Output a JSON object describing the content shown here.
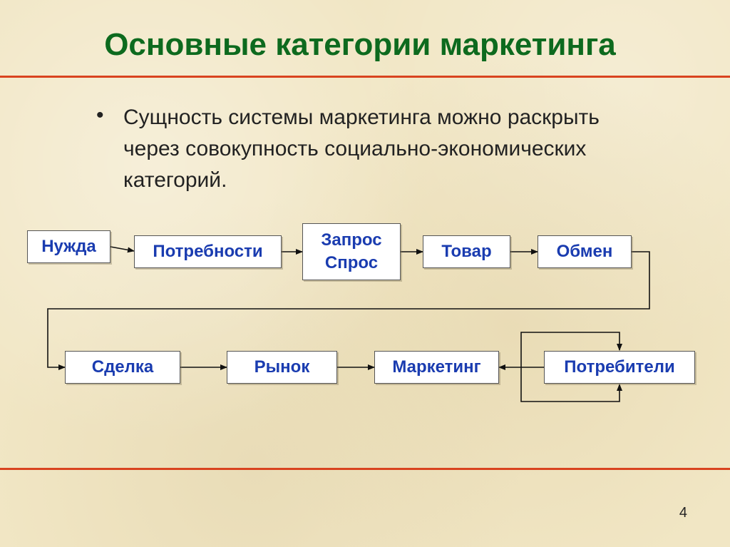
{
  "slide": {
    "title": "Основные категории маркетинга",
    "bullet_symbol": "•",
    "bullet_text": "Сущность системы маркетинга можно раскрыть через совокупность социально-экономических категорий.",
    "page_number": "4"
  },
  "diagram": {
    "nodes": {
      "need": "Нужда",
      "needs": "Потребности",
      "request": "Запрос",
      "demand": "Спрос",
      "goods": "Товар",
      "exchange": "Обмен",
      "deal": "Сделка",
      "market": "Рынок",
      "marketing": "Маркетинг",
      "consumers": "Потребители"
    },
    "edges": [
      [
        "need",
        "needs"
      ],
      [
        "needs",
        "request_demand"
      ],
      [
        "request_demand",
        "goods"
      ],
      [
        "goods",
        "exchange"
      ],
      [
        "exchange",
        "deal"
      ],
      [
        "deal",
        "market"
      ],
      [
        "market",
        "marketing"
      ],
      [
        "consumers",
        "marketing"
      ],
      [
        "consumers",
        "consumers"
      ]
    ],
    "colors": {
      "title": "#0d6a1e",
      "node_text": "#1a3cb0",
      "rule": "#d9431f",
      "line": "#111111"
    }
  }
}
